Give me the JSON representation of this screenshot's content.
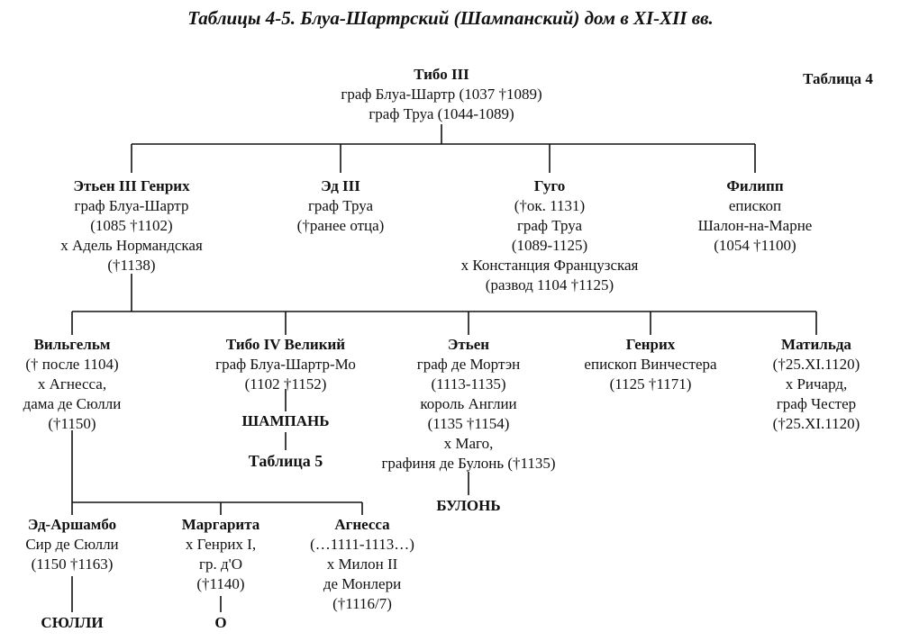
{
  "title": "Таблицы 4-5. Блуа-Шартрский (Шампанский) дом в XI-XII вв.",
  "table_label": "Таблица 4",
  "persons": {
    "thibaud3": {
      "name": "Тибо III",
      "lines": [
        "граф Блуа-Шартр (1037 †1089)",
        "граф Труа (1044-1089)"
      ]
    },
    "etienne3": {
      "name": "Этьен III Генрих",
      "lines": [
        "граф Блуа-Шартр",
        "(1085 †1102)",
        "x Адель Нормандская",
        "(†1138)"
      ]
    },
    "eudes3": {
      "name": "Эд III",
      "lines": [
        "граф Труа",
        "(†ранее отца)"
      ]
    },
    "hugues": {
      "name": "Гуго",
      "lines": [
        "(†ок. 1131)",
        "граф Труа",
        "(1089-1125)",
        "x Констанция Французская",
        "(развод 1104 †1125)"
      ]
    },
    "philippe": {
      "name": "Филипп",
      "lines": [
        "епископ",
        "Шалон-на-Марне",
        "(1054 †1100)"
      ]
    },
    "guillaume": {
      "name": "Вильгельм",
      "lines": [
        "(† после 1104)",
        "x Агнесса,",
        "дама де Сюлли",
        "(†1150)"
      ]
    },
    "thibaud4": {
      "name": "Тибо IV Великий",
      "lines": [
        "граф Блуа-Шартр-Мо",
        "(1102 †1152)"
      ]
    },
    "etienne": {
      "name": "Этьен",
      "lines": [
        "граф де Мортэн",
        "(1113-1135)",
        "король Англии",
        "(1135 †1154)",
        "x Маго,",
        "графиня де Булонь (†1135)"
      ]
    },
    "henri": {
      "name": "Генрих",
      "lines": [
        "епископ Винчестера",
        "(1125 †1171)"
      ]
    },
    "mathilde": {
      "name": "Матильда",
      "lines": [
        "(†25.XI.1120)",
        "x Ричард,",
        "граф Честер",
        "(†25.XI.1120)"
      ]
    },
    "archambaud": {
      "name": "Эд-Аршамбо",
      "lines": [
        "Сир де Сюлли",
        "(1150 †1163)"
      ]
    },
    "marguerite": {
      "name": "Маргарита",
      "lines": [
        "x Генрих I,",
        "гр. д'О",
        "(†1140)"
      ]
    },
    "agnes": {
      "name": "Агнесса",
      "lines": [
        "(…1111-1113…)",
        "x Милон II",
        "де Монлери",
        "(†1116/7)"
      ]
    }
  },
  "houses": {
    "champagne": "ШАМПАНЬ",
    "table5": "Таблица 5",
    "boulogne": "БУЛОНЬ",
    "sully": "СЮЛЛИ",
    "eu": "О"
  }
}
